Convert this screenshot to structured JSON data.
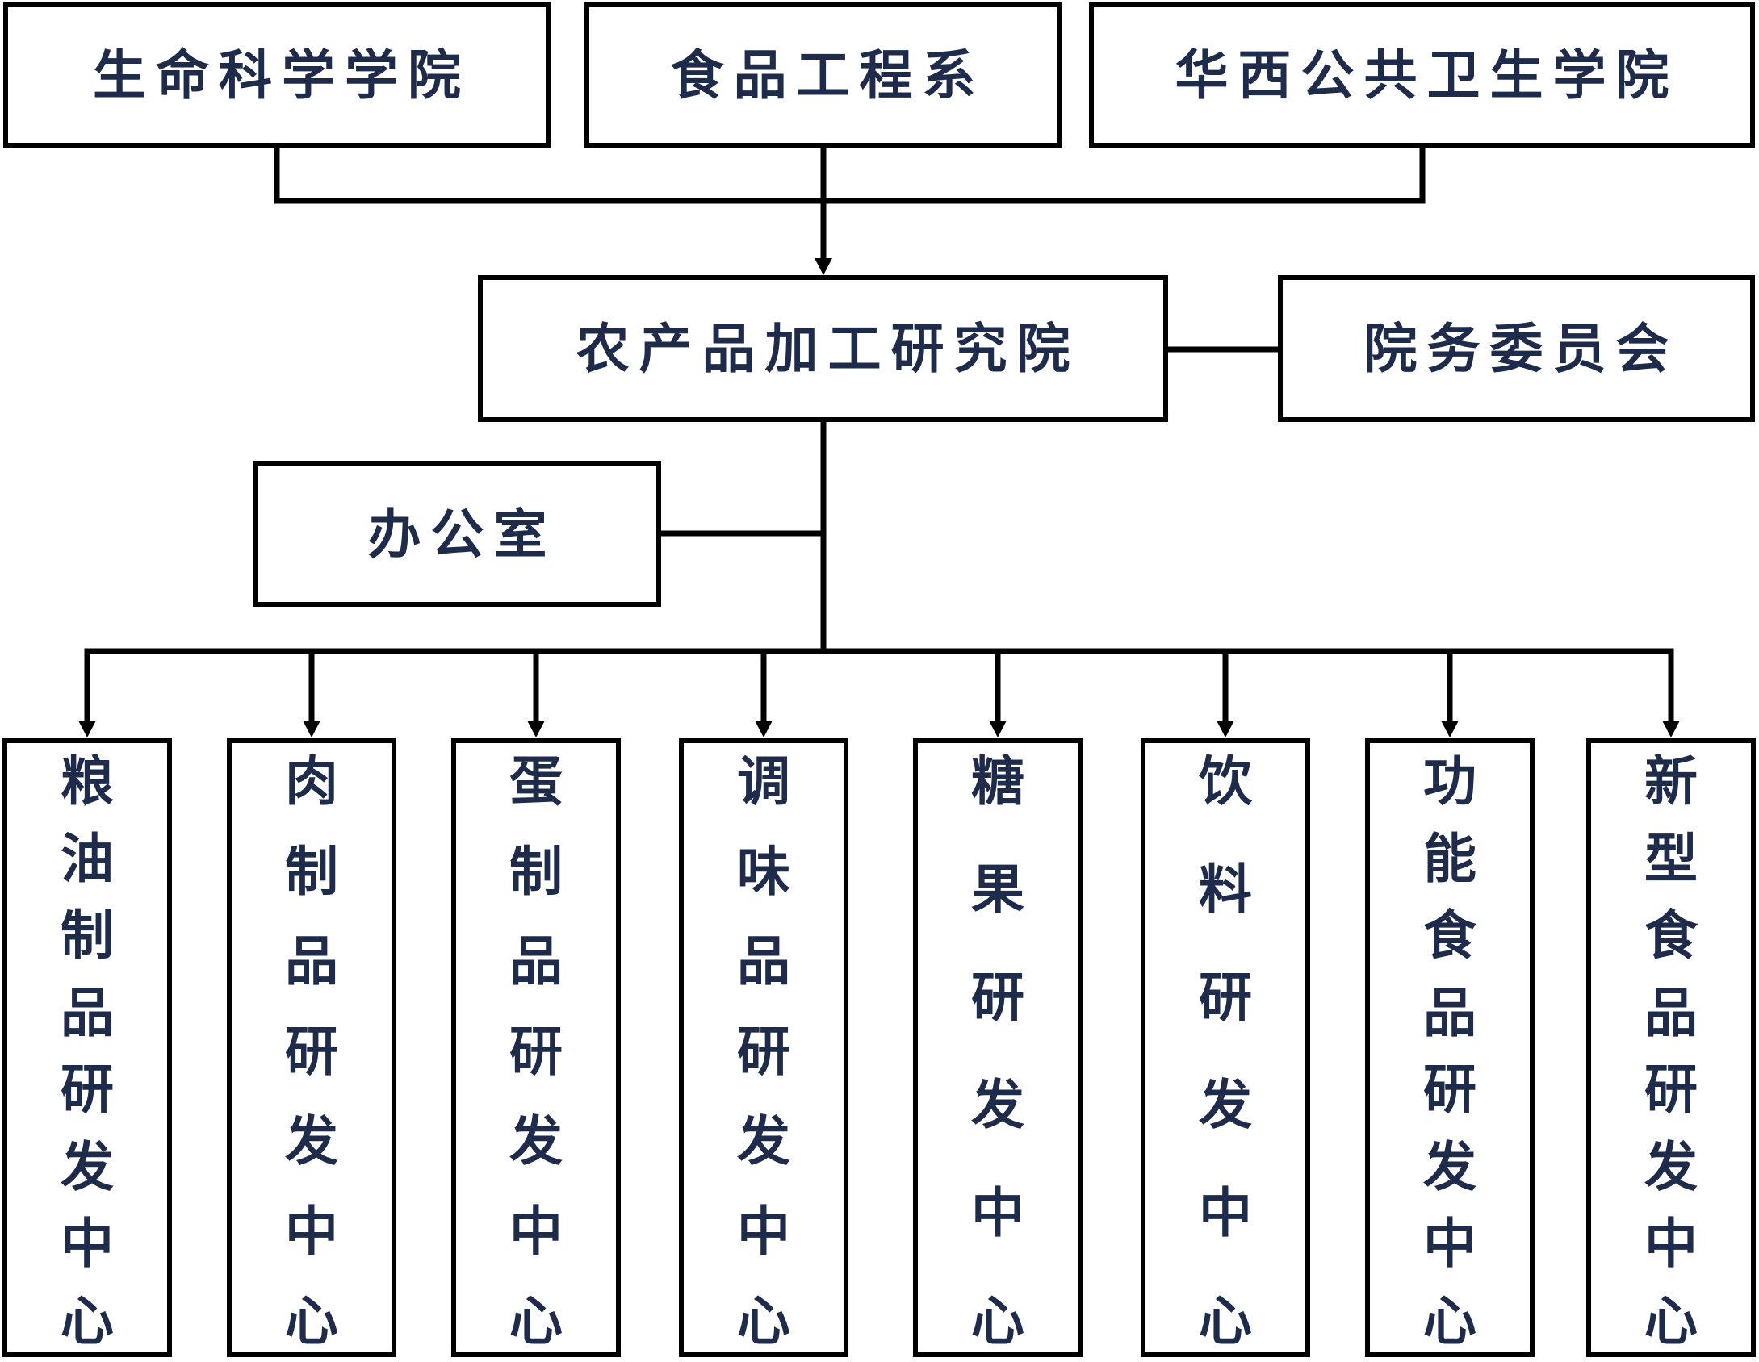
{
  "top_units": [
    {
      "label": "生命科学学院"
    },
    {
      "label": "食品工程系"
    },
    {
      "label": "华西公共卫生学院"
    }
  ],
  "institute": {
    "label": "农产品加工研究院"
  },
  "committee": {
    "label": "院务委员会"
  },
  "office": {
    "label": "办公室"
  },
  "centers": [
    {
      "label": "粮油制品研发中心"
    },
    {
      "label": "肉制品研发中心"
    },
    {
      "label": "蛋制品研发中心"
    },
    {
      "label": "调味品研发中心"
    },
    {
      "label": "糖果研发中心"
    },
    {
      "label": "饮料研发中心"
    },
    {
      "label": "功能食品研发中心"
    },
    {
      "label": "新型食品研发中心"
    }
  ],
  "colors": {
    "text": "#1e2b4a",
    "line": "#000000",
    "box_border": "#000000",
    "background": "#ffffff"
  }
}
